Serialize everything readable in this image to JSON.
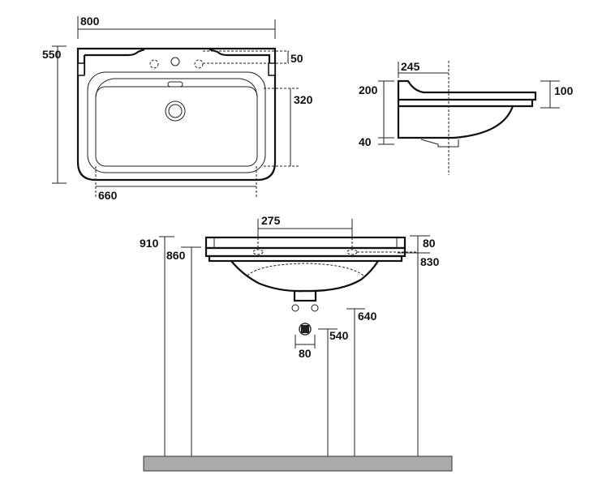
{
  "top_view": {
    "width": "800",
    "depth": "550",
    "tap_offset": "50",
    "bowl_depth": "320",
    "bowl_width": "660"
  },
  "side_view": {
    "tap_axis": "245",
    "total_height": "200",
    "trap_height": "40",
    "rim_height": "100"
  },
  "front_view": {
    "tap_spacing": "275",
    "top_height": "910",
    "rim_height_860": "860",
    "slab_thickness": "80",
    "rim_height_830": "830",
    "supply_height": "640",
    "waste_height": "540",
    "waste_width": "80"
  },
  "colors": {
    "line": "#111111",
    "floor": "#aaaaaa"
  }
}
